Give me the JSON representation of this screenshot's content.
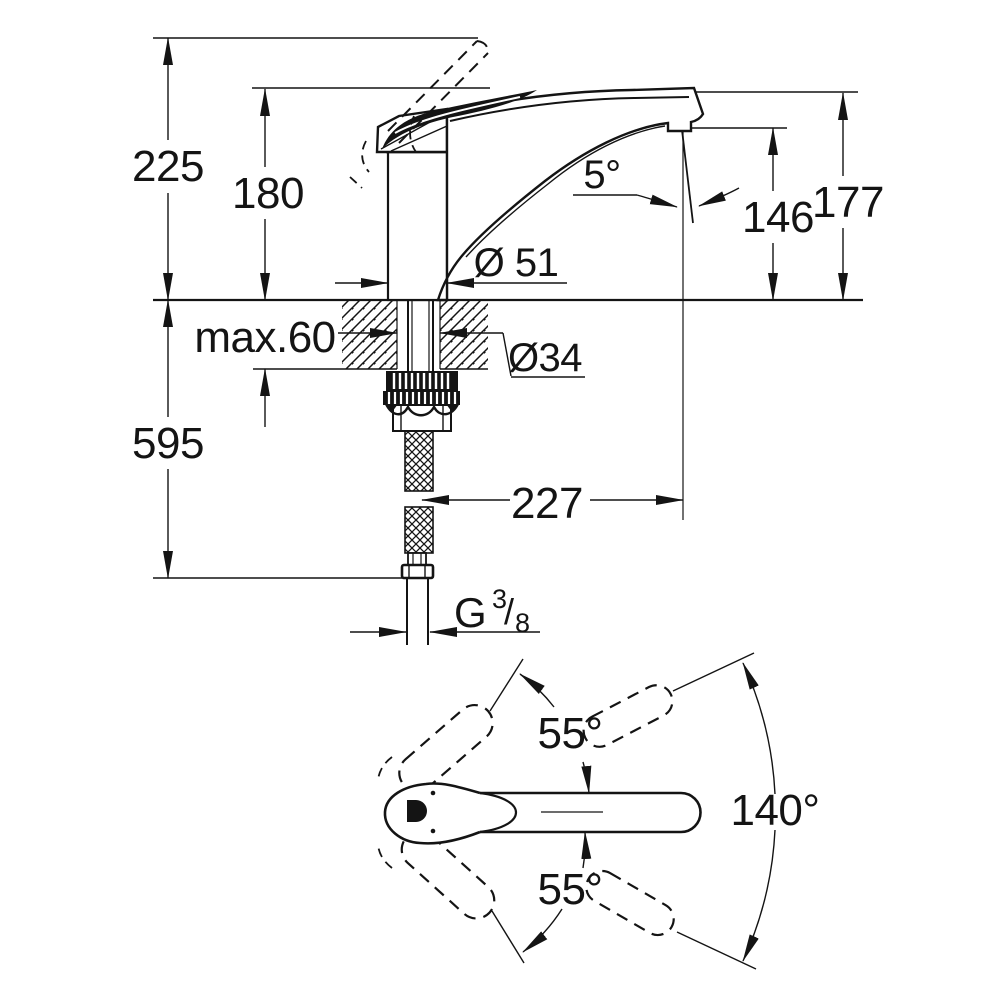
{
  "drawing": {
    "background": "#ffffff",
    "line_color": "#141414",
    "side_view": {
      "overall_height": "225",
      "handle_height": "180",
      "stream_angle": "5°",
      "outlet_height": "146",
      "spout_top_height": "177",
      "base_diameter": "Ø 51",
      "max_counter_thickness": "max.60",
      "hole_diameter": "Ø34",
      "under_counter_length": "595",
      "spout_reach": "227",
      "thread": {
        "letter": "G",
        "numerator": "3",
        "slash": "/",
        "denominator": "8"
      }
    },
    "top_view": {
      "handle_angle_up": "55°",
      "handle_angle_down": "55°",
      "swivel_range": "140°"
    }
  }
}
